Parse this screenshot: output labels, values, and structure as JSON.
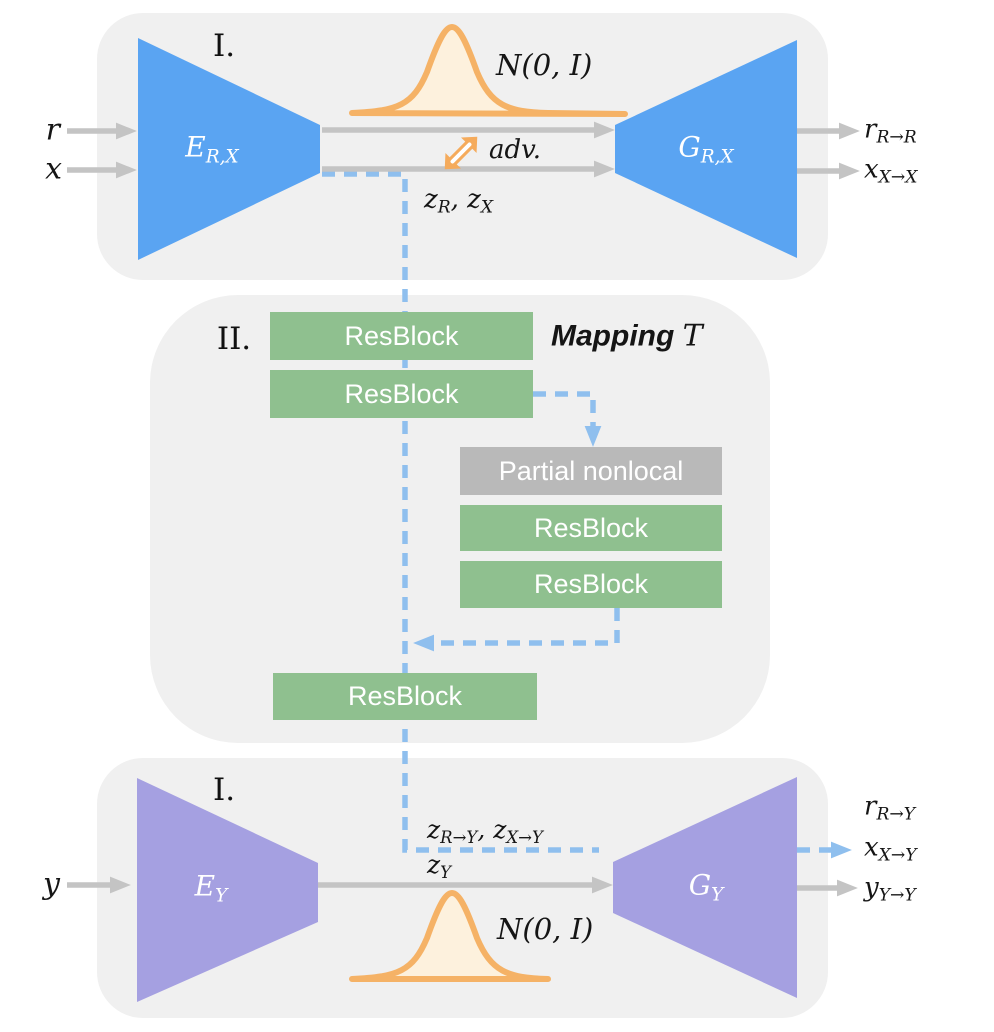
{
  "colors": {
    "panel_bg": "#f0f0f0",
    "stage1_trapezoid_blue": "#5aa4f2",
    "stage2_trapezoid_purple": "#a5a0e1",
    "resblock_green": "#8fc08f",
    "nonlocal_gray": "#b9b9b9",
    "arrow_gray": "#c4c4c4",
    "dashed_line_blue": "#8fbfee",
    "gaussian_orange": "#f5b266",
    "gaussian_fill": "#fdf1dd"
  },
  "stage_top": {
    "numeral": "I.",
    "input_r": [
      {
        "t": "r"
      }
    ],
    "input_x": [
      {
        "t": "x"
      }
    ],
    "encoder": [
      {
        "t": "E"
      },
      {
        "s": "R,X"
      }
    ],
    "decoder": [
      {
        "t": "G"
      },
      {
        "s": "R,X"
      }
    ],
    "noise": [
      {
        "t": "N(0, I)"
      }
    ],
    "adv": [
      {
        "t": "adv."
      }
    ],
    "latents": [
      {
        "t": "z"
      },
      {
        "s": "R"
      },
      {
        "t": ", z"
      },
      {
        "s": "X"
      }
    ],
    "output_r": [
      {
        "t": "r"
      },
      {
        "s": "R→R"
      }
    ],
    "output_x": [
      {
        "t": "x"
      },
      {
        "s": "X→X"
      }
    ]
  },
  "mapping": {
    "numeral": "II.",
    "title": [
      {
        "m": "Mapping "
      },
      {
        "t": "T"
      }
    ],
    "blocks": [
      {
        "label": "ResBlock"
      },
      {
        "label": "ResBlock"
      },
      {
        "label": "Partial nonlocal"
      },
      {
        "label": "ResBlock"
      },
      {
        "label": "ResBlock"
      },
      {
        "label": "ResBlock"
      }
    ]
  },
  "stage_bottom": {
    "numeral": "I.",
    "input_y": [
      {
        "t": "y"
      }
    ],
    "encoder": [
      {
        "t": "E"
      },
      {
        "s": "Y"
      }
    ],
    "decoder": [
      {
        "t": "G"
      },
      {
        "s": "Y"
      }
    ],
    "noise": [
      {
        "t": "N(0, I)"
      }
    ],
    "latents_mapped": [
      {
        "t": "z"
      },
      {
        "s": "R→Y"
      },
      {
        "t": ", z"
      },
      {
        "s": "X→Y"
      }
    ],
    "latent_y": [
      {
        "t": "z"
      },
      {
        "s": "Y"
      }
    ],
    "output_r": [
      {
        "t": "r"
      },
      {
        "s": "R→Y"
      }
    ],
    "output_x": [
      {
        "t": "x"
      },
      {
        "s": "X→Y"
      }
    ],
    "output_y": [
      {
        "t": "y"
      },
      {
        "s": "Y→Y"
      }
    ]
  }
}
